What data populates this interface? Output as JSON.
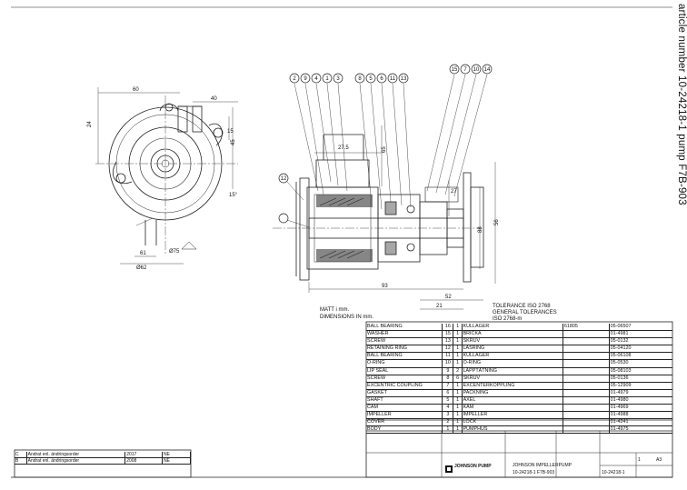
{
  "sheet": {
    "title": "article number 10-24218-1   pump F7B-903",
    "notes": {
      "material": "MATT i mm.",
      "dimensions": "DIMENSIONS IN mm.",
      "tol_1": "TOLERANCE ISO 2768",
      "tol_2": "GENERAL TOLERANCES",
      "tol_3": "ISO 2768-m"
    },
    "dims": {
      "d60": "60",
      "d40": "40",
      "d45": "45",
      "d15": "15",
      "d24": "24",
      "d61": "61",
      "dia75": "Ø75",
      "dia62": "Ø62",
      "angle15": "15°",
      "dim275": "27.5",
      "dim93": "93",
      "dim52": "52",
      "dim56": "56",
      "dim21": "21",
      "dim27": "27",
      "dim88": "88",
      "dim65": "65"
    },
    "balloons": [
      "2",
      "9",
      "4",
      "1",
      "3",
      "8",
      "5",
      "6",
      "11",
      "13",
      "15",
      "7",
      "10",
      "14",
      "12"
    ]
  },
  "parts": [
    {
      "en": "BALL BEARING",
      "no": "16",
      "qty": "1",
      "sv": "KULLAGER",
      "mat": "61805",
      "art": "05-06507"
    },
    {
      "en": "WASHER",
      "no": "15",
      "qty": "1",
      "sv": "BRICKA",
      "mat": "",
      "art": "01-4981"
    },
    {
      "en": "SCREW",
      "no": "13",
      "qty": "1",
      "sv": "SKRUV",
      "mat": "",
      "art": "05-0132"
    },
    {
      "en": "RETAINING RING",
      "no": "12",
      "qty": "1",
      "sv": "LÅSRING",
      "mat": "",
      "art": "05-04120"
    },
    {
      "en": "BALL BEARING",
      "no": "11",
      "qty": "1",
      "sv": "KULLAGER",
      "mat": "",
      "art": "05-06108"
    },
    {
      "en": "O-RING",
      "no": "10",
      "qty": "1",
      "sv": "O-RING",
      "mat": "",
      "art": "05-0530"
    },
    {
      "en": "LIP SEAL",
      "no": "9",
      "qty": "2",
      "sv": "LÄPPTÄTNING",
      "mat": "",
      "art": "05-08103"
    },
    {
      "en": "SCREW",
      "no": "8",
      "qty": "6",
      "sv": "SKRUV",
      "mat": "",
      "art": "05-0136"
    },
    {
      "en": "EXCENTRIC COUPLING",
      "no": "7",
      "qty": "1",
      "sv": "EXCENTERKOPPLING",
      "mat": "",
      "art": "05-12909"
    },
    {
      "en": "GASKET",
      "no": "6",
      "qty": "1",
      "sv": "PACKNING",
      "mat": "",
      "art": "01-4979"
    },
    {
      "en": "SHAFT",
      "no": "5",
      "qty": "1",
      "sv": "AXEL",
      "mat": "",
      "art": "01-4980"
    },
    {
      "en": "CAM",
      "no": "4",
      "qty": "1",
      "sv": "KAM",
      "mat": "",
      "art": "01-4969"
    },
    {
      "en": "IMPELLER",
      "no": "3",
      "qty": "1",
      "sv": "IMPELLER",
      "mat": "",
      "art": "01-4988"
    },
    {
      "en": "COVER",
      "no": "2",
      "qty": "1",
      "sv": "LOCK",
      "mat": "",
      "art": "01-4241"
    },
    {
      "en": "BODY",
      "no": "1",
      "qty": "1",
      "sv": "PUMPHUS",
      "mat": "",
      "art": "01-4975"
    }
  ],
  "titleblock": {
    "company": "JOHNSON PUMP",
    "name_1": "JOHNSON IMPELLERPUMP",
    "name_2": "10-24218-1   F7B-903",
    "drawing_no": "10-24218-1",
    "sheet": "1",
    "size": "A3"
  },
  "revisions": [
    {
      "rev": "C",
      "text": "Ändrat enl. ändringsorder",
      "date": "2017",
      "sign": "NE"
    },
    {
      "rev": "B",
      "text": "Ändrat enl. ändringsorder",
      "date": "2008",
      "sign": "NE"
    }
  ]
}
